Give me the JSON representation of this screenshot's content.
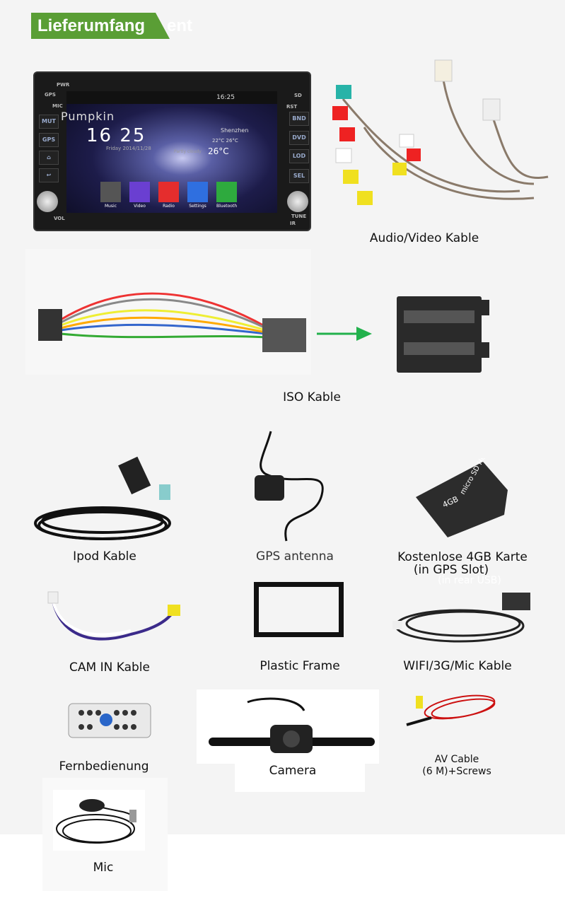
{
  "header": {
    "title": "Lieferumfang",
    "ghost_text": "ent"
  },
  "head_unit": {
    "brand": "Pumpkin",
    "status_time": "16:25",
    "clock": "16 25",
    "date": "Friday 2014/11/28",
    "city": "Shenzhen",
    "temp_range": "22°C  26°C",
    "weather": "Partly cloudy",
    "temp_now": "26°C",
    "apps": [
      "Music",
      "Video",
      "Radio",
      "Settings",
      "Bluetooth"
    ],
    "left_buttons": [
      "GPS",
      "MUT",
      "GPS"
    ],
    "right_buttons": [
      "BND",
      "DVD",
      "LOD",
      "SEL"
    ],
    "small_labels": [
      "PWR",
      "MIC",
      "SD",
      "RST",
      "VOL",
      "TUNE",
      "IR"
    ]
  },
  "items": [
    {
      "label": "Audio/Video Kable"
    },
    {
      "label": "ISO Kable"
    },
    {
      "label": "Ipod Kable"
    },
    {
      "label": "GPS antenna"
    },
    {
      "label": "Kostenlose 4GB Karte",
      "sub": "(in GPS Slot)",
      "ghost": "(in rear USB)"
    },
    {
      "label": "CAM IN Kable"
    },
    {
      "label": "Plastic Frame"
    },
    {
      "label": "WIFI/3G/Mic Kable"
    },
    {
      "label": "Fernbedienung"
    },
    {
      "label": "Camera"
    },
    {
      "label": "AV Cable",
      "sub": "(6 M)+Screws"
    },
    {
      "label": "Mic"
    }
  ],
  "sd_card": {
    "capacity": "4GB",
    "brand": "micro SD HC"
  },
  "colors": {
    "banner": "#5a9e35",
    "arrow": "#22b14c",
    "background": "#f4f4f4"
  }
}
